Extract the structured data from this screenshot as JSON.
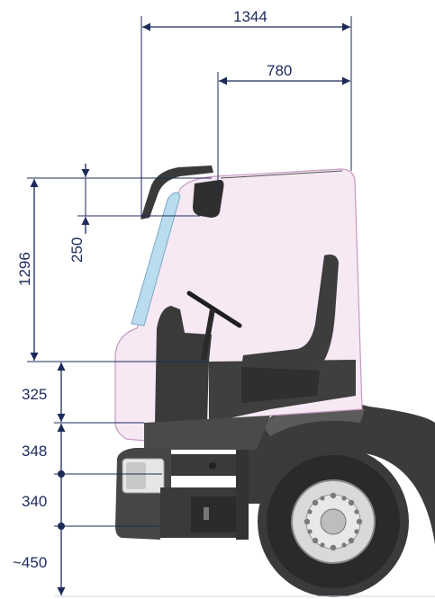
{
  "dimensions": {
    "cab_width_overall": "1344",
    "seat_to_rear": "780",
    "cab_height": "1296",
    "roof_offset": "250",
    "floor_height": "325",
    "step_upper": "348",
    "step_middle": "340",
    "ground_clearance": "~450"
  },
  "colors": {
    "dimension": "#1c2a5a",
    "cab_tint": "#f6e9f4",
    "glass": "#b9dcef",
    "dark_grey": "#3a3a3a",
    "mid_grey": "#5a5a5a"
  }
}
